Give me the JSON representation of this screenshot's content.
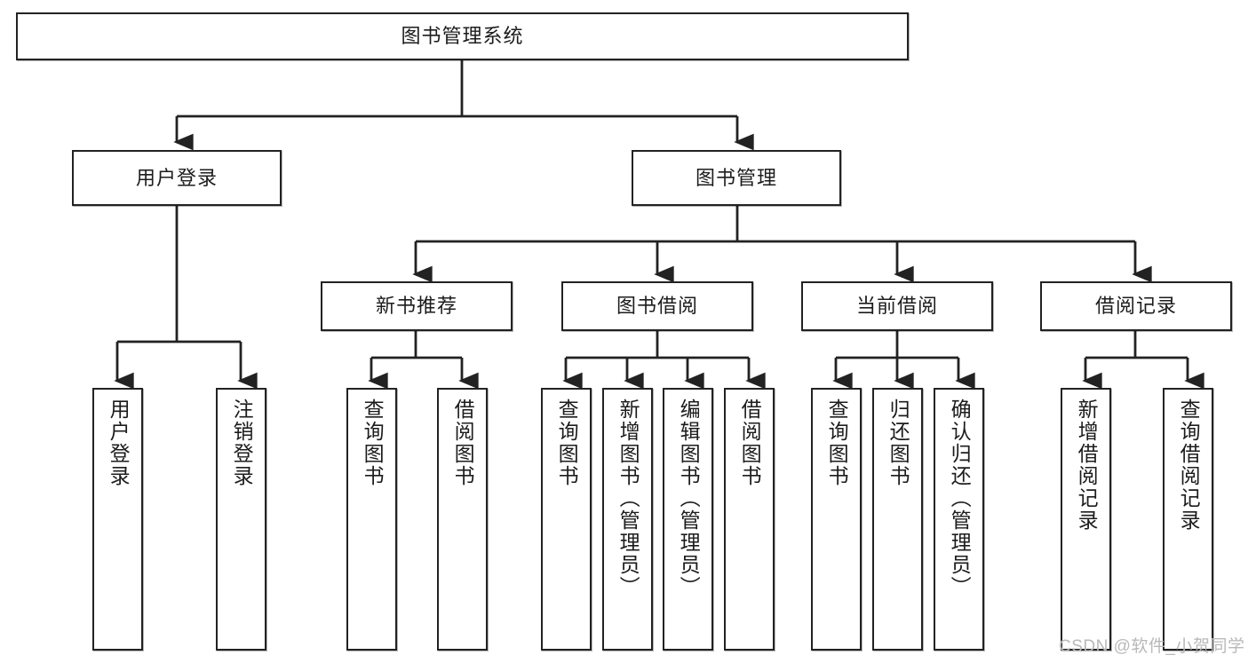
{
  "diagram": {
    "title": "图书管理系统",
    "type": "hierarchy-tree",
    "watermark": "CSDN @软件_小贺同学",
    "colors": {
      "stroke": "#222222",
      "fill": "#ffffff",
      "text": "#1c1c1c",
      "watermark": "#b9b9b9"
    },
    "root": {
      "label": "图书管理系统"
    },
    "level2": [
      {
        "label": "用户登录"
      },
      {
        "label": "图书管理"
      }
    ],
    "level3": [
      {
        "label": "新书推荐"
      },
      {
        "label": "图书借阅"
      },
      {
        "label": "当前借阅"
      },
      {
        "label": "借阅记录"
      }
    ],
    "leaves": {
      "user_login": [
        {
          "label": "用户登录"
        },
        {
          "label": "注销登录"
        }
      ],
      "new_book_recommend": [
        {
          "label": "查询图书"
        },
        {
          "label": "借阅图书"
        }
      ],
      "book_borrow": [
        {
          "label": "查询图书"
        },
        {
          "label": "新增图书（管理员）"
        },
        {
          "label": "编辑图书（管理员）"
        },
        {
          "label": "借阅图书"
        }
      ],
      "current_borrow": [
        {
          "label": "查询图书"
        },
        {
          "label": "归还图书"
        },
        {
          "label": "确认归还（管理员）"
        }
      ],
      "borrow_record": [
        {
          "label": "新增借阅记录"
        },
        {
          "label": "查询借阅记录"
        }
      ]
    }
  }
}
